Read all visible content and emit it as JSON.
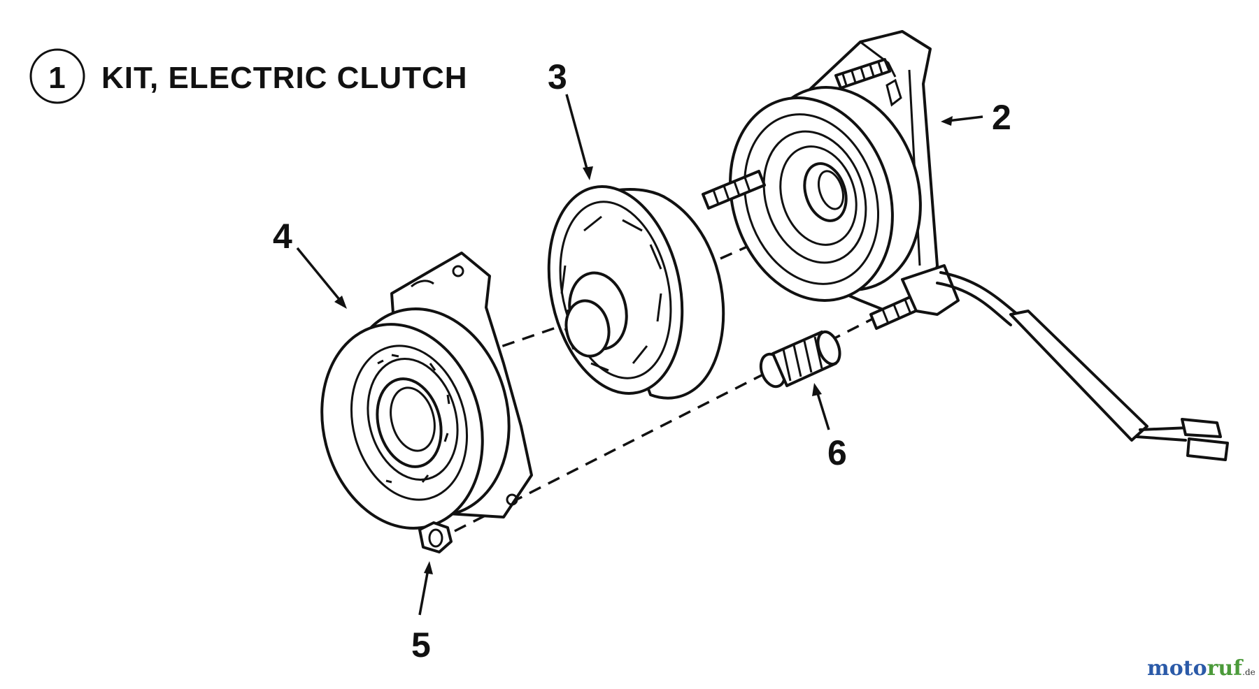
{
  "title": {
    "number": "1",
    "text": "KIT, ELECTRIC CLUTCH"
  },
  "callouts": [
    {
      "id": "part-2",
      "label": "2"
    },
    {
      "id": "part-3",
      "label": "3"
    },
    {
      "id": "part-4",
      "label": "4"
    },
    {
      "id": "part-5",
      "label": "5"
    },
    {
      "id": "part-6",
      "label": "6"
    }
  ],
  "watermark": {
    "part_a": "moto",
    "part_b": "ruf",
    "suffix": ".de"
  },
  "colors": {
    "line": "#111111",
    "background": "#ffffff",
    "watermark_blue": "#2b5aa8",
    "watermark_green": "#4b9a3a"
  }
}
